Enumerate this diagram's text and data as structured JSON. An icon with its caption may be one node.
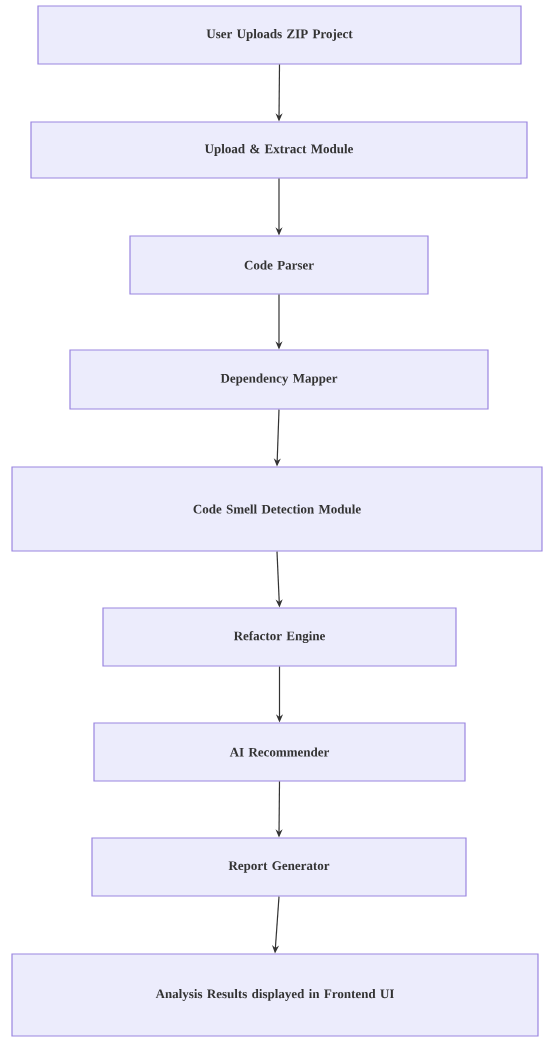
{
  "diagram": {
    "nodes": [
      {
        "text": [
          "User Uploads ZIP Project"
        ]
      },
      {
        "text": [
          "Upload & Extract Module"
        ]
      },
      {
        "text": [
          "Code Parser"
        ]
      },
      {
        "text": [
          "Dependency Mapper"
        ]
      },
      {
        "text": [
          "Code Smell Detection Module"
        ]
      },
      {
        "text": [
          "Refactor Engine"
        ]
      },
      {
        "text": [
          "AI Recommender"
        ]
      },
      {
        "text": [
          "Report Generator"
        ]
      },
      {
        "text": [
          "Analysis Results displayed in Frontend UI"
        ]
      }
    ],
    "edges": [
      {
        "from": 0,
        "to": 1,
        "arrow": "to"
      },
      {
        "from": 1,
        "to": 2,
        "arrow": "to"
      },
      {
        "from": 2,
        "to": 3,
        "arrow": "to"
      },
      {
        "from": 3,
        "to": 4,
        "arrow": "to"
      },
      {
        "from": 4,
        "to": 5,
        "arrow": "to"
      },
      {
        "from": 5,
        "to": 6,
        "arrow": "to"
      },
      {
        "from": 6,
        "to": 7,
        "arrow": "to"
      },
      {
        "from": 7,
        "to": 8,
        "arrow": "to"
      }
    ]
  }
}
